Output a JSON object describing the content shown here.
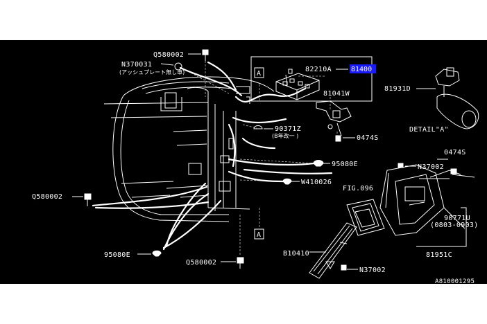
{
  "diagram": {
    "callouts": {
      "q580002_top": "Q580002",
      "n370031": "N370031",
      "n370031_note": "(アッシュプレート無し車)",
      "box_a_top": "A",
      "box_a_bottom": "A",
      "p82210a": "82210A",
      "p81400": "81400",
      "p81041w": "81041W",
      "p81931d": "81931D",
      "p0474s_mid": "0474S",
      "detail_a": "DETAIL\"A\"",
      "p90371z": "90371Z",
      "p90371z_note": "(B年改一  )",
      "p0474s_right": "0474S",
      "n37002_right": "N37002",
      "p95080e_mid": "95080E",
      "w410026": "W410026",
      "fig096": "FIG.096",
      "q580002_left": "Q580002",
      "p90771u": "90771U",
      "p90771u_range": "(0803-0903)",
      "p95080e_low": "95080E",
      "b10410": "B10410",
      "p81951c": "81951C",
      "q580002_bottom": "Q580002",
      "n37002_bottom": "N37002"
    },
    "footer_code": "A810001295",
    "highlight_color": "#1a1aff"
  }
}
